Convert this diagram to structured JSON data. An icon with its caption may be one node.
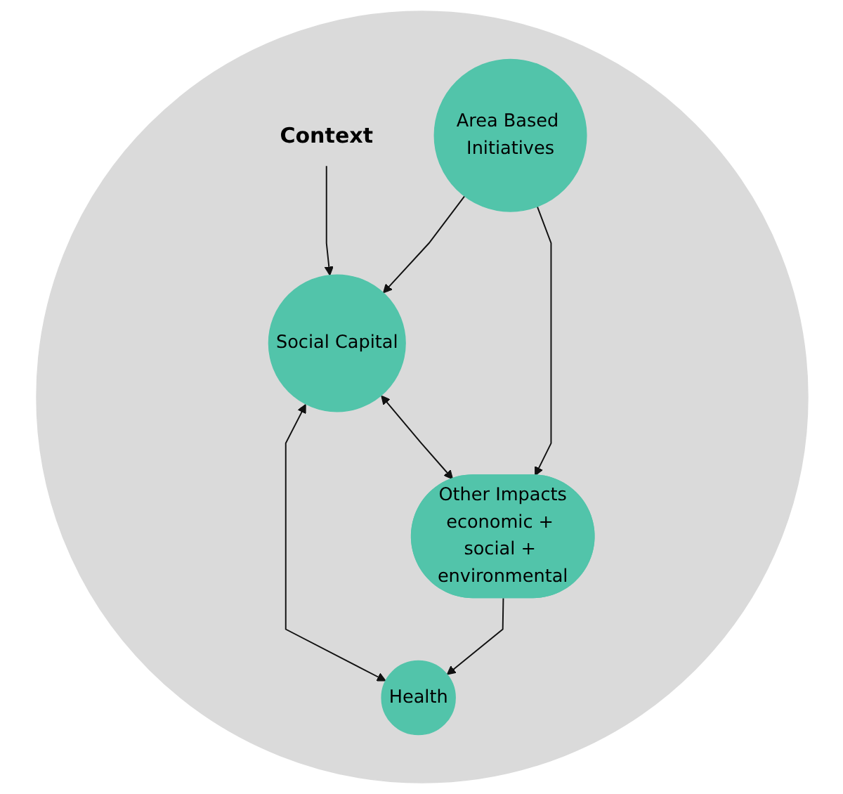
{
  "diagram": {
    "nodes": [
      {
        "text": [],
        "shape": "circle"
      },
      {
        "text": [
          "Context"
        ],
        "in": 0
      },
      {
        "text": [
          "Area Based Initiatives"
        ],
        "in": 0
      },
      {
        "text": [
          "Social Capital"
        ],
        "in": 0
      },
      {
        "text": [
          "Health"
        ],
        "in": 0
      },
      {
        "text": [
          "Other Impacts",
          "economic + social + environmental"
        ],
        "in": 0
      }
    ],
    "edges": [
      {
        "from": 1,
        "to": 3,
        "arrow": "to"
      },
      {
        "from": 2,
        "to": 3,
        "arrow": "to"
      },
      {
        "from": 3,
        "to": 4,
        "arrow": "both"
      },
      {
        "from": 2,
        "to": 5,
        "arrow": "to"
      },
      {
        "from": 3,
        "to": 5,
        "arrow": "both"
      },
      {
        "from": 5,
        "to": 4,
        "arrow": "to"
      }
    ]
  }
}
